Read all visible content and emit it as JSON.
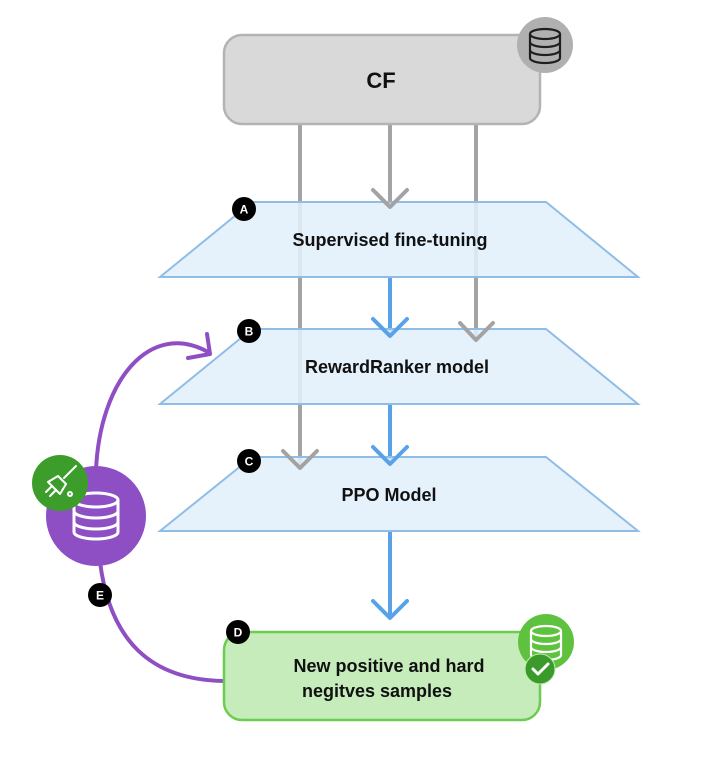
{
  "diagram": {
    "colors": {
      "gray_box_fill": "#d9d9d9",
      "gray_box_stroke": "#b0b0b0",
      "gray_arrow": "#a3a3a3",
      "blue_arrow": "#5aa2e8",
      "trap_fill": "#e1effb",
      "trap_stroke": "#90bde6",
      "green_box_fill": "#c5ecba",
      "green_box_stroke": "#6bcd4f",
      "green_icon": "#5fc23f",
      "green_check": "#3a9a2a",
      "purple": "#8e4fc5",
      "broom_green": "#3d9d2a",
      "badge": "#000000"
    },
    "nodes": {
      "cf": {
        "label": "CF",
        "icon": "database-icon"
      },
      "sft": {
        "badge": "A",
        "label": "Supervised fine-tuning"
      },
      "reward": {
        "badge": "B",
        "label": "RewardRanker model"
      },
      "ppo": {
        "badge": "C",
        "label": "PPO Model"
      },
      "samples": {
        "badge": "D",
        "label_line1": "New positive and hard",
        "label_line2": "negitves samples",
        "icon": "database-icon",
        "status_icon": "check-icon"
      },
      "cleaning": {
        "badge": "E",
        "icon": "database-icon",
        "tool_icon": "broom-icon"
      }
    }
  }
}
